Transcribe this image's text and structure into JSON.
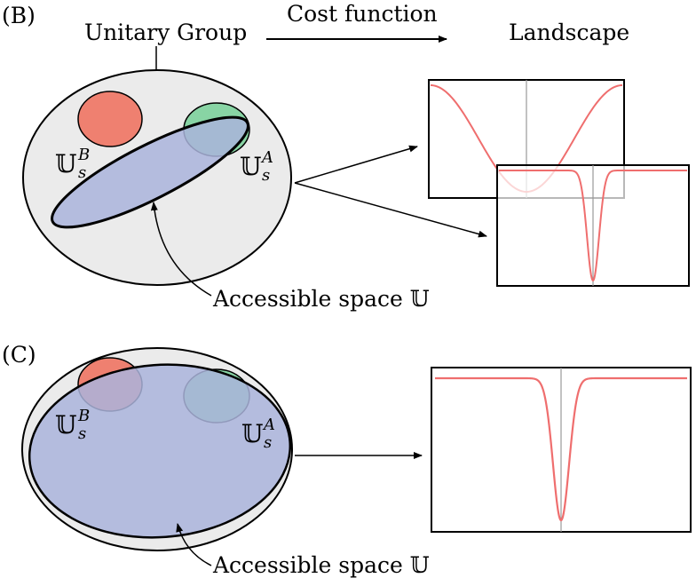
{
  "panel_b": {
    "label": "(B)",
    "group_title": "Unitary Group",
    "arrow_label": "Cost function",
    "landscape_title": "Landscape",
    "set_b": {
      "symbol": "𝕌",
      "sup": "B",
      "sub": "s"
    },
    "set_a": {
      "symbol": "𝕌",
      "sup": "A",
      "sub": "s"
    },
    "accessible_label": "Accessible space 𝕌"
  },
  "panel_c": {
    "label": "(C)",
    "set_b": {
      "symbol": "𝕌",
      "sup": "B",
      "sub": "s"
    },
    "set_a": {
      "symbol": "𝕌",
      "sup": "A",
      "sub": "s"
    },
    "accessible_label": "Accessible space 𝕌"
  },
  "colors": {
    "set_b_fill": "#ef8070",
    "set_a_fill": "#88d4a4",
    "accessible_fill": "#aab4dc",
    "group_fill": "#ebebeb",
    "curve": "#ef6e6e",
    "axis_mid": "#999999"
  },
  "plots": {
    "broad_landscape": {
      "shape": "cosine well",
      "description_hidden": true
    },
    "narrow_landscape_b": {
      "shape": "narrow gaussian well"
    },
    "narrow_landscape_c": {
      "shape": "narrow gaussian well"
    }
  }
}
